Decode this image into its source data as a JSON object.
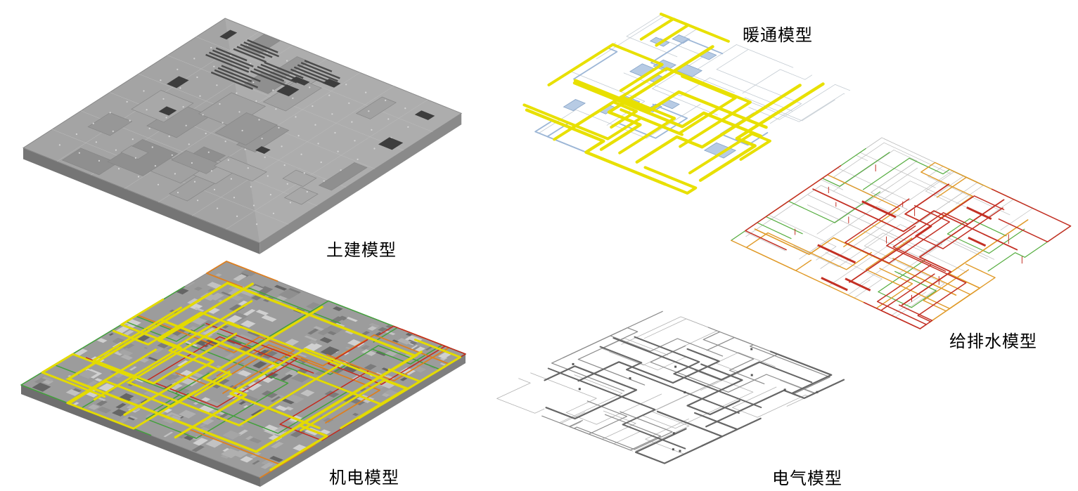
{
  "page": {
    "background": "#ffffff",
    "text_color": "#000000"
  },
  "models": [
    {
      "id": "civil",
      "label": "土建模型",
      "colors": {
        "slab_top": "#adadad",
        "slab_side_left": "#757575",
        "slab_side_right": "#8a8a8a",
        "detail_dark": "#4a4a4a",
        "dots": "#d6d6d6"
      }
    },
    {
      "id": "mep",
      "label": "机电模型",
      "colors": {
        "slab_top": "#9c9c9c",
        "pipe_main": "#e3da00",
        "pipe_green": "#43a03c",
        "pipe_orange": "#dd7f20",
        "pipe_red": "#c42a1e"
      }
    },
    {
      "id": "hvac",
      "label": "暖通模型",
      "colors": {
        "duct": "#e8e000",
        "equipment": "#b7cbe4",
        "lines": "#c3cbd2"
      }
    },
    {
      "id": "plumbing",
      "label": "给排水模型",
      "colors": {
        "red": "#c33024",
        "orange": "#e09a28",
        "green": "#55ad3f",
        "faint": "#bfbfbf"
      }
    },
    {
      "id": "electrical",
      "label": "电气模型",
      "colors": {
        "line": "#8a8a8a",
        "trunk": "#666666"
      }
    }
  ]
}
